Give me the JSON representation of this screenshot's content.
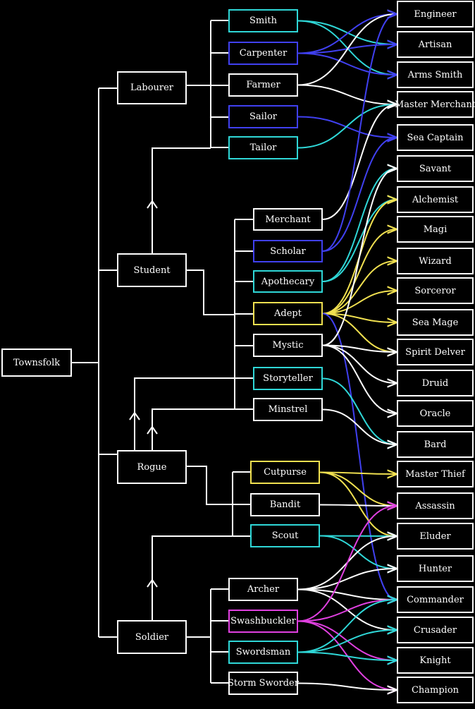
{
  "colors": {
    "background": "#000000",
    "white": "#ffffff",
    "cyan": "#2fd7d7",
    "blue": "#4040f0",
    "yellow": "#f0e050",
    "magenta": "#e040e0"
  },
  "nodes": [
    {
      "id": "townsfolk",
      "label": "Townsfolk",
      "color": "white"
    },
    {
      "id": "labourer",
      "label": "Labourer",
      "color": "white"
    },
    {
      "id": "student",
      "label": "Student",
      "color": "white"
    },
    {
      "id": "rogue",
      "label": "Rogue",
      "color": "white"
    },
    {
      "id": "soldier",
      "label": "Soldier",
      "color": "white"
    },
    {
      "id": "smith",
      "label": "Smith",
      "color": "cyan"
    },
    {
      "id": "carpenter",
      "label": "Carpenter",
      "color": "blue"
    },
    {
      "id": "farmer",
      "label": "Farmer",
      "color": "white"
    },
    {
      "id": "sailor",
      "label": "Sailor",
      "color": "blue"
    },
    {
      "id": "tailor",
      "label": "Tailor",
      "color": "cyan"
    },
    {
      "id": "merchant",
      "label": "Merchant",
      "color": "white"
    },
    {
      "id": "scholar",
      "label": "Scholar",
      "color": "blue"
    },
    {
      "id": "apothecary",
      "label": "Apothecary",
      "color": "cyan"
    },
    {
      "id": "adept",
      "label": "Adept",
      "color": "yellow"
    },
    {
      "id": "mystic",
      "label": "Mystic",
      "color": "white"
    },
    {
      "id": "storyteller",
      "label": "Storyteller",
      "color": "cyan"
    },
    {
      "id": "minstrel",
      "label": "Minstrel",
      "color": "white"
    },
    {
      "id": "cutpurse",
      "label": "Cutpurse",
      "color": "yellow"
    },
    {
      "id": "bandit",
      "label": "Bandit",
      "color": "white"
    },
    {
      "id": "scout",
      "label": "Scout",
      "color": "cyan"
    },
    {
      "id": "archer",
      "label": "Archer",
      "color": "white"
    },
    {
      "id": "swashbuckler",
      "label": "Swashbuckler",
      "color": "magenta"
    },
    {
      "id": "swordsman",
      "label": "Swordsman",
      "color": "cyan"
    },
    {
      "id": "stormsworder",
      "label": "Storm Sworder",
      "color": "white"
    },
    {
      "id": "engineer",
      "label": "Engineer",
      "color": "white"
    },
    {
      "id": "artisan",
      "label": "Artisan",
      "color": "white"
    },
    {
      "id": "armssmith",
      "label": "Arms Smith",
      "color": "white"
    },
    {
      "id": "mastermerchant",
      "label": "Master Merchant",
      "color": "white"
    },
    {
      "id": "seacaptain",
      "label": "Sea Captain",
      "color": "white"
    },
    {
      "id": "savant",
      "label": "Savant",
      "color": "white"
    },
    {
      "id": "alchemist",
      "label": "Alchemist",
      "color": "white"
    },
    {
      "id": "magi",
      "label": "Magi",
      "color": "white"
    },
    {
      "id": "wizard",
      "label": "Wizard",
      "color": "white"
    },
    {
      "id": "sorceror",
      "label": "Sorceror",
      "color": "white"
    },
    {
      "id": "seamage",
      "label": "Sea Mage",
      "color": "white"
    },
    {
      "id": "spiritdelver",
      "label": "Spirit Delver",
      "color": "white"
    },
    {
      "id": "druid",
      "label": "Druid",
      "color": "white"
    },
    {
      "id": "oracle",
      "label": "Oracle",
      "color": "white"
    },
    {
      "id": "bard",
      "label": "Bard",
      "color": "white"
    },
    {
      "id": "masterthief",
      "label": "Master Thief",
      "color": "white"
    },
    {
      "id": "assassin",
      "label": "Assassin",
      "color": "white"
    },
    {
      "id": "eluder",
      "label": "Eluder",
      "color": "white"
    },
    {
      "id": "hunter",
      "label": "Hunter",
      "color": "white"
    },
    {
      "id": "commander",
      "label": "Commander",
      "color": "white"
    },
    {
      "id": "crusader",
      "label": "Crusader",
      "color": "white"
    },
    {
      "id": "knight",
      "label": "Knight",
      "color": "white"
    },
    {
      "id": "champion",
      "label": "Champion",
      "color": "white"
    }
  ],
  "edges": [
    {
      "from": "smith",
      "to": "artisan",
      "color": "cyan"
    },
    {
      "from": "smith",
      "to": "armssmith",
      "color": "cyan"
    },
    {
      "from": "carpenter",
      "to": "engineer",
      "color": "blue"
    },
    {
      "from": "carpenter",
      "to": "artisan",
      "color": "blue"
    },
    {
      "from": "carpenter",
      "to": "armssmith",
      "color": "blue"
    },
    {
      "from": "farmer",
      "to": "engineer",
      "color": "white"
    },
    {
      "from": "farmer",
      "to": "mastermerchant",
      "color": "white"
    },
    {
      "from": "sailor",
      "to": "seacaptain",
      "color": "blue"
    },
    {
      "from": "tailor",
      "to": "mastermerchant",
      "color": "cyan"
    },
    {
      "from": "merchant",
      "to": "mastermerchant",
      "color": "white"
    },
    {
      "from": "scholar",
      "to": "engineer",
      "color": "blue"
    },
    {
      "from": "scholar",
      "to": "seacaptain",
      "color": "blue"
    },
    {
      "from": "apothecary",
      "to": "savant",
      "color": "cyan"
    },
    {
      "from": "apothecary",
      "to": "alchemist",
      "color": "cyan"
    },
    {
      "from": "adept",
      "to": "alchemist",
      "color": "yellow"
    },
    {
      "from": "adept",
      "to": "magi",
      "color": "yellow"
    },
    {
      "from": "adept",
      "to": "wizard",
      "color": "yellow"
    },
    {
      "from": "adept",
      "to": "sorceror",
      "color": "yellow"
    },
    {
      "from": "adept",
      "to": "seamage",
      "color": "yellow"
    },
    {
      "from": "adept",
      "to": "spiritdelver",
      "color": "yellow"
    },
    {
      "from": "adept",
      "to": "commander",
      "color": "blue"
    },
    {
      "from": "mystic",
      "to": "savant",
      "color": "white"
    },
    {
      "from": "mystic",
      "to": "spiritdelver",
      "color": "white"
    },
    {
      "from": "mystic",
      "to": "druid",
      "color": "white"
    },
    {
      "from": "mystic",
      "to": "oracle",
      "color": "white"
    },
    {
      "from": "storyteller",
      "to": "bard",
      "color": "cyan"
    },
    {
      "from": "minstrel",
      "to": "bard",
      "color": "white"
    },
    {
      "from": "cutpurse",
      "to": "masterthief",
      "color": "yellow"
    },
    {
      "from": "cutpurse",
      "to": "assassin",
      "color": "yellow"
    },
    {
      "from": "cutpurse",
      "to": "eluder",
      "color": "yellow"
    },
    {
      "from": "bandit",
      "to": "assassin",
      "color": "white"
    },
    {
      "from": "scout",
      "to": "eluder",
      "color": "cyan"
    },
    {
      "from": "scout",
      "to": "hunter",
      "color": "cyan"
    },
    {
      "from": "archer",
      "to": "eluder",
      "color": "white"
    },
    {
      "from": "archer",
      "to": "hunter",
      "color": "white"
    },
    {
      "from": "archer",
      "to": "commander",
      "color": "white"
    },
    {
      "from": "archer",
      "to": "crusader",
      "color": "white"
    },
    {
      "from": "swashbuckler",
      "to": "assassin",
      "color": "magenta"
    },
    {
      "from": "swashbuckler",
      "to": "commander",
      "color": "magenta"
    },
    {
      "from": "swashbuckler",
      "to": "knight",
      "color": "magenta"
    },
    {
      "from": "swashbuckler",
      "to": "champion",
      "color": "magenta"
    },
    {
      "from": "swordsman",
      "to": "commander",
      "color": "cyan"
    },
    {
      "from": "swordsman",
      "to": "crusader",
      "color": "cyan"
    },
    {
      "from": "swordsman",
      "to": "knight",
      "color": "cyan"
    },
    {
      "from": "stormsworder",
      "to": "champion",
      "color": "white"
    }
  ]
}
